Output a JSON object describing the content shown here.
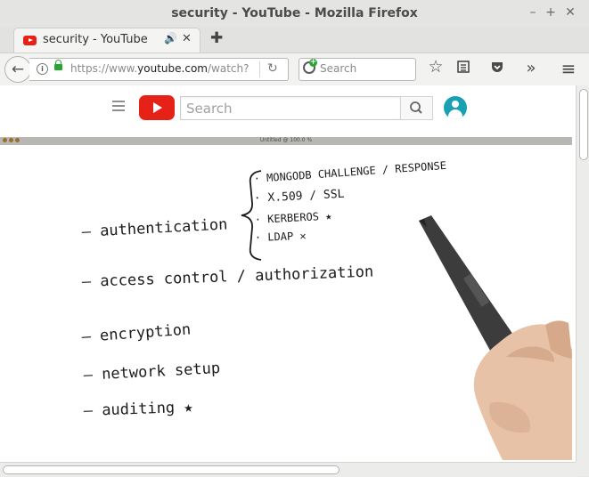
{
  "window": {
    "title": "security - YouTube - Mozilla Firefox",
    "min": "–",
    "max": "+",
    "close": "✕"
  },
  "tab": {
    "label": "security - YouTube",
    "speaker": "🔊",
    "close": "✕",
    "new_tab": "✚"
  },
  "nav": {
    "back": "←",
    "url_prefix": "https://www.",
    "url_host": "youtube.com",
    "url_path": "/watch?",
    "reload": "↻",
    "search_placeholder": "Search",
    "bookmark_icon": "☆",
    "overflow": "»",
    "menu": "≡"
  },
  "youtube": {
    "search_placeholder": "Search"
  },
  "video": {
    "window_title": "Untitled @ 100.0 %",
    "notes": {
      "authentication": "– authentication",
      "sub1": "· MONGODB CHALLENGE / RESPONSE",
      "sub2": "· X.509 / SSL",
      "sub3": "· KERBEROS ★",
      "sub4": "· LDAP ✕",
      "access": "– access control / authorization",
      "encryption": "– encryption",
      "network": "– network setup",
      "auditing": "– auditing ★"
    }
  }
}
